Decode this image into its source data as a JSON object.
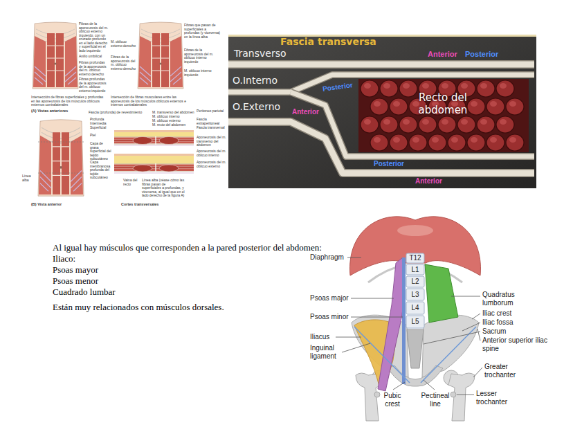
{
  "diagram": {
    "labels": [
      "Fibras de la aponeurosis del m. oblicuo externo izquierdo, con un cruzado profundo en el lado derecho y superficial en el lado izquierdo",
      "Anillo umbilical",
      "Fibras profundas de la aponeurosis del m. oblicuo externo derecho",
      "Fibras profundas de la aponeurosis del m. oblicuo externo izquierdo",
      "Intersección de fibras superficiales y profundas en las aponeurosis de los músculos oblicuos externos contralaterales",
      "Fibras que pasan de superficiales a profundas (y viceversa) en la línea alba",
      "M. oblicuo externo derecho",
      "Fibras de la aponeurosis del m. oblicuo externo derecho",
      "Fibras de la aponeurosis del m. oblicuo interno izquierdo",
      "M. oblicuo interno izquierdo",
      "Intersección de fibras musculares entre las aponeurosis de los músculos oblicuos externos e internos contralaterales",
      "(A) Vistas anteriores",
      "Fascia (profunda) de revestimiento",
      "Profunda",
      "Intermedia",
      "Superficial",
      "Piel",
      "Capa de grasa superficial del tejido subcutáneo",
      "Capa membranosa profunda del tejido subcutáneo",
      "M. transverso del abdomen",
      "M. oblicuo interno",
      "M. oblicuo externo",
      "M. recto del abdomen",
      "Peritoneo parietal",
      "Fascia extraperitoneal",
      "Fascia transversal",
      "Aponeurosis del m. transverso del abdomen",
      "Aponeurosis del m. oblicuo interno",
      "Aponeurosis del m. oblicuo externo",
      "Vaina del recto",
      "Línea alba (véase cómo las fibras pasan de superficiales a profundas, y viceversa, al igual que en el lado derecho de la figura A)",
      "Línea alba",
      "(B) Vista anterior",
      "Cortes transversales",
      "Fascia transversa",
      "Transverso",
      "O.Interno",
      "O.Externo",
      "Recto del abdomen",
      "Anterior",
      "Posterior",
      "Posterior",
      "Anterior",
      "Posterior",
      "Anterior",
      "Al igual hay músculos que corresponden a la pared posterior del abdomen:",
      "Iliaco:",
      "Psoas mayor",
      "Psoas menor",
      "Cuadrado lumbar",
      "Están muy relacionados con músculos dorsales.",
      "Diaphragm",
      "T12",
      "L1",
      "L2",
      "L3",
      "L4",
      "L5",
      "Psoas major",
      "Psoas minor",
      "Iliacus",
      "Inguinal ligament",
      "Pubic crest",
      "Pectineal line",
      "Lesser trochanter",
      "Greater trochanter",
      "Anterior superior iliac spine",
      "Sacrum",
      "Iliac fossa",
      "Iliac crest",
      "Quadratus lumborum"
    ]
  }
}
